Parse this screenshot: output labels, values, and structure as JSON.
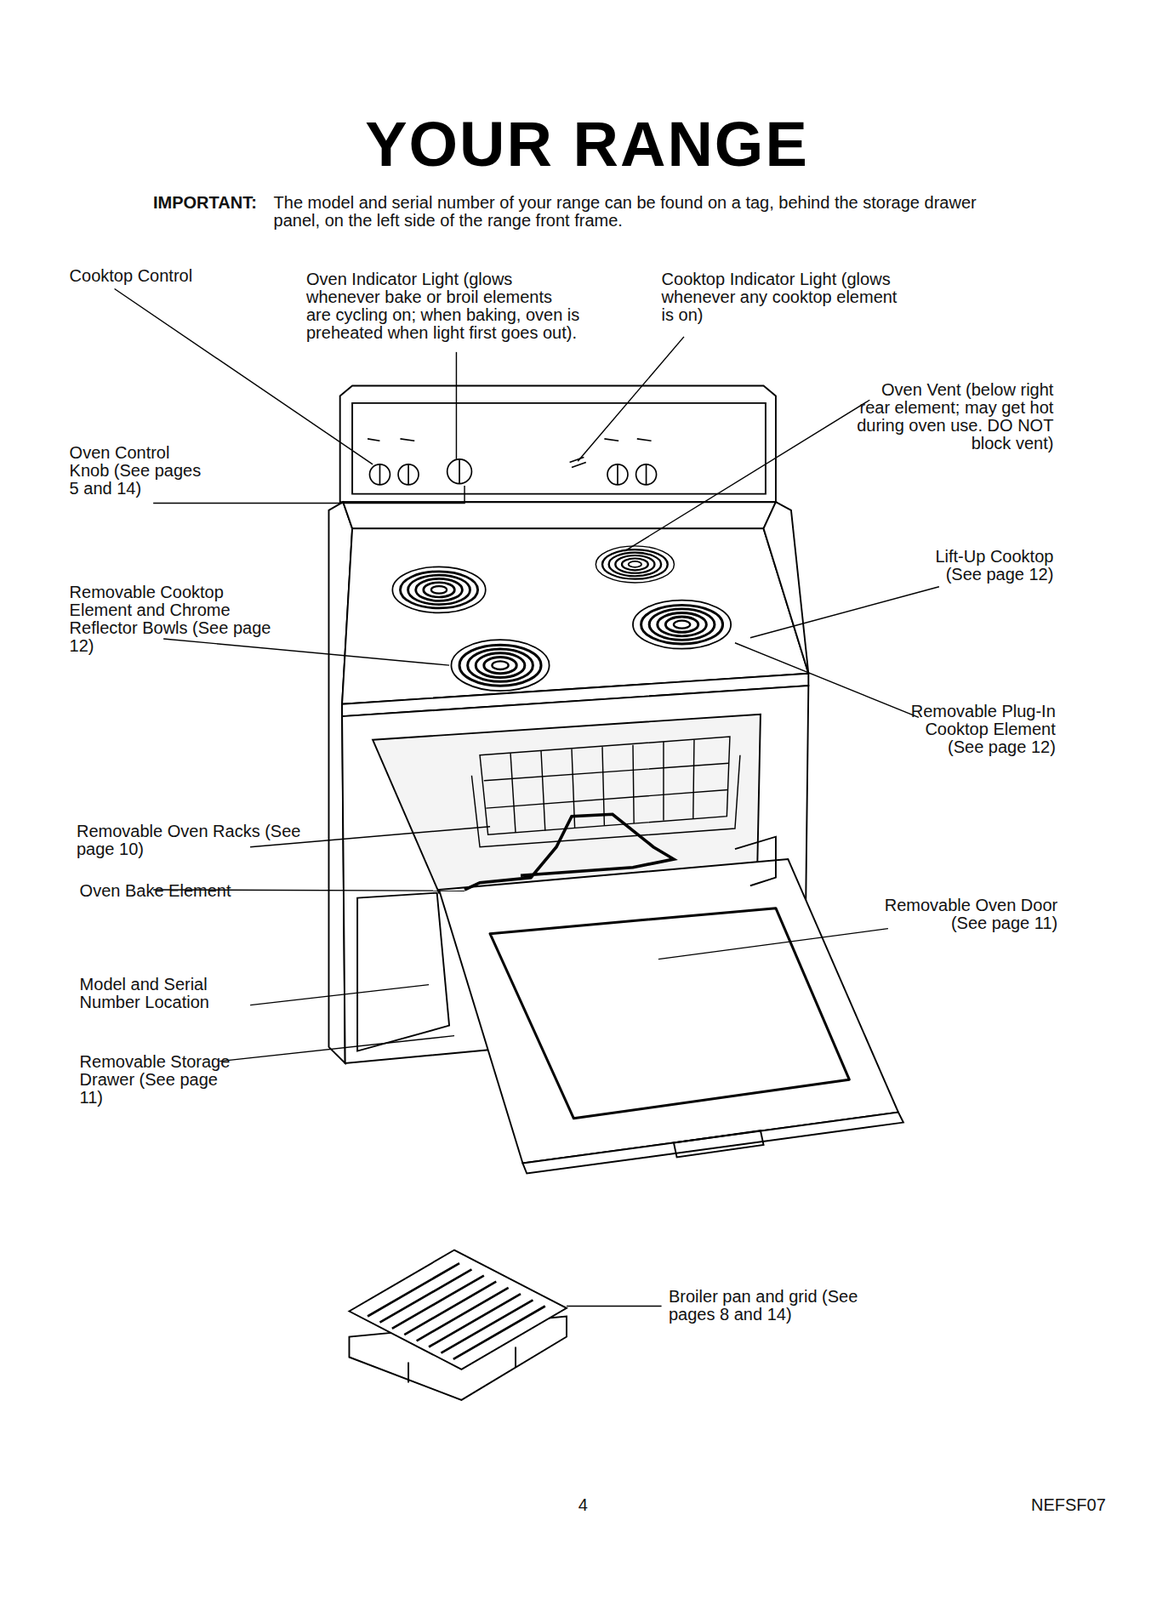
{
  "diagram": {
    "title": "YOUR RANGE",
    "labels": [
      "IMPORTANT:",
      "The model and serial number of your range can be found on a tag, behind the storage drawer panel, on the left side of the range front frame.",
      "Cooktop Control",
      "Oven Indicator Light (glows whenever bake or broil elements are cycling on; when baking, oven is preheated when light first goes out).",
      "Cooktop Indicator Light (glows whenever any cooktop element is on)",
      "Oven Vent (below right rear element; may get hot during oven use. DO NOT block vent)",
      "Oven Control Knob (See pages 5 and 14)",
      "Lift-Up Cooktop (See page 12)",
      "Removable Cooktop Element and Chrome Reflector Bowls (See page 12)",
      "Removable Plug-In Cooktop Element (See page 12)",
      "Removable Oven Racks (See page 10)",
      "Oven Bake Element",
      "Removable Oven Door (See page 11)",
      "Model and Serial Number Location",
      "Removable Storage Drawer (See page 11)",
      "Broiler pan and grid (See pages 8 and 14)",
      "4",
      "NEFSF07"
    ]
  }
}
